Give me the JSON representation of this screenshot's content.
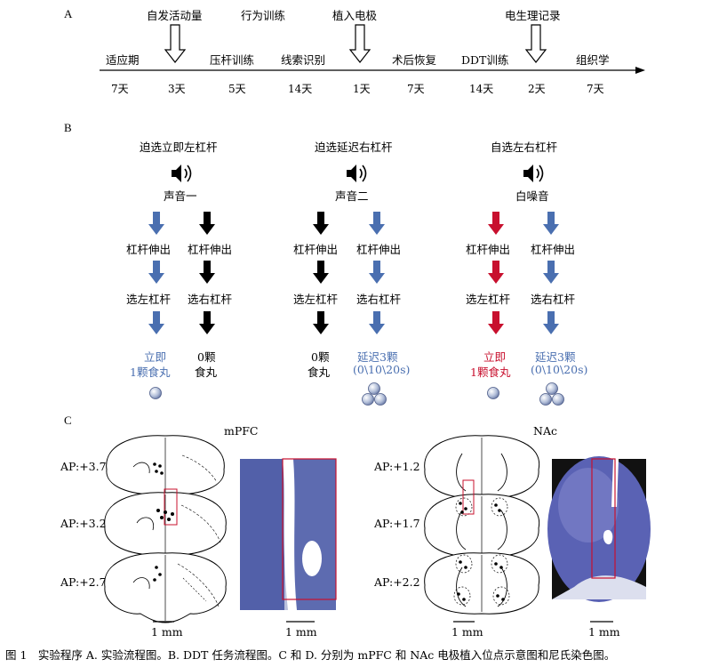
{
  "panel_labels": {
    "a": "A",
    "b": "B",
    "c": "C"
  },
  "timeline": {
    "above_labels": [
      "自发活动量",
      "行为训练",
      "植入电极",
      "电生理记录"
    ],
    "phases": [
      "适应期",
      "压杆训练",
      "线索识别",
      "术后恢复",
      "DDT训练",
      "组织学"
    ],
    "days": [
      "7天",
      "3天",
      "5天",
      "14天",
      "1天",
      "7天",
      "14天",
      "2天",
      "7天"
    ]
  },
  "task": {
    "columns": [
      {
        "title": "迫选立即左杠杆",
        "sound": "声音一",
        "lanes": [
          {
            "color": "blue",
            "steps": [
              "杠杆伸出",
              "选左杠杆"
            ],
            "outcome": [
              "立即",
              "1颗食丸"
            ],
            "pellets": 1
          },
          {
            "color": "black",
            "steps": [
              "杠杆伸出",
              "选右杠杆"
            ],
            "outcome": [
              "0颗",
              "食丸"
            ],
            "pellets": 0
          }
        ]
      },
      {
        "title": "迫选延迟右杠杆",
        "sound": "声音二",
        "lanes": [
          {
            "color": "black",
            "steps": [
              "杠杆伸出",
              "选左杠杆"
            ],
            "outcome": [
              "0颗",
              "食丸"
            ],
            "pellets": 0
          },
          {
            "color": "blue",
            "steps": [
              "杠杆伸出",
              "选右杠杆"
            ],
            "outcome": [
              "延迟3颗",
              "(0\\10\\20s)"
            ],
            "pellets": 3
          }
        ]
      },
      {
        "title": "自选左右杠杆",
        "sound": "白噪音",
        "lanes": [
          {
            "color": "red",
            "steps": [
              "杠杆伸出",
              "选左杠杆"
            ],
            "outcome": [
              "立即",
              "1颗食丸"
            ],
            "pellets": 1
          },
          {
            "color": "blue",
            "steps": [
              "杠杆伸出",
              "选右杠杆"
            ],
            "outcome": [
              "延迟3颗",
              "(0\\10\\20s)"
            ],
            "pellets": 3
          }
        ]
      }
    ]
  },
  "histology": {
    "mpfc": {
      "title": "mPFC",
      "ap": [
        "AP:+3.7",
        "AP:+3.2",
        "AP:+2.7"
      ]
    },
    "nac": {
      "title": "NAc",
      "ap": [
        "AP:+1.2",
        "AP:+1.7",
        "AP:+2.2"
      ]
    },
    "scale_bar_label": "1 mm"
  },
  "caption": "图 1　实验程序 A. 实验流程图。B. DDT 任务流程图。C 和 D. 分别为 mPFC 和 NAc 电极植入位点示意图和尼氏染色图。",
  "colors": {
    "blue": "#4a6fb0",
    "red": "#c8102e",
    "black": "#000000",
    "nissl": "#3f4fa0",
    "nissl_bg": "#b9c0dd"
  }
}
